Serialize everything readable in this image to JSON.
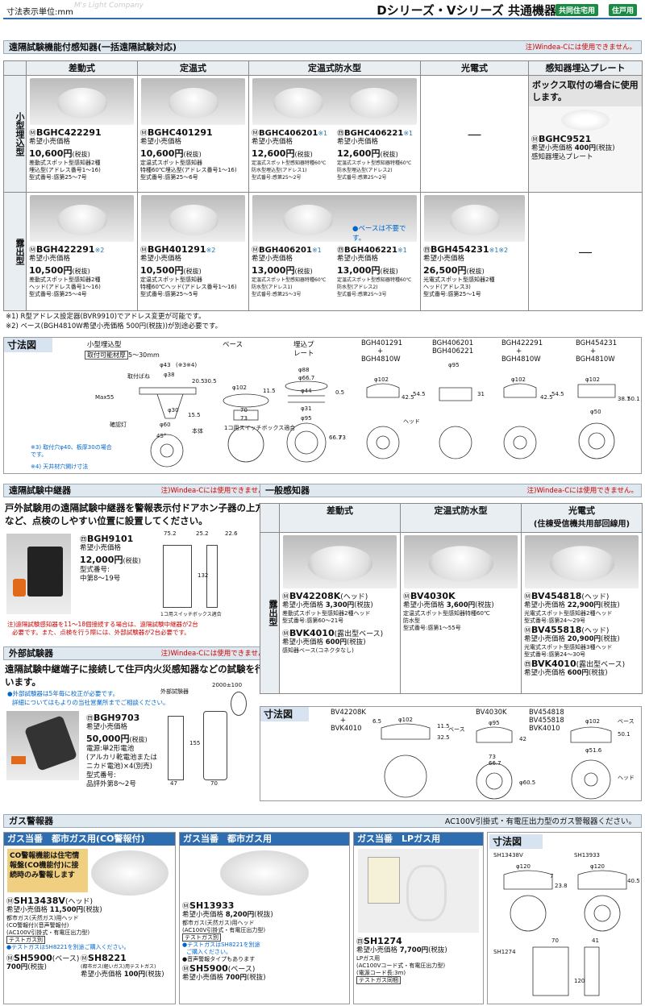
{
  "header": {
    "unit": "寸法表示単位:mm",
    "brand": "M's Light Company",
    "title": "Dシリーズ・Vシリーズ 共通機器",
    "badge1": "共同住宅用",
    "badge2": "住戸用"
  },
  "s1": {
    "title": "遠隔試験機能付感知器(一括遠隔試験対応)",
    "note": "注)Windea-Cには使用できません。",
    "cols": [
      "差動式",
      "定温式",
      "定温式防水型",
      "光電式",
      "感知器埋込プレート"
    ],
    "row1": "小型埋込型",
    "row2": "露出型",
    "label_price": "希望小売価格",
    "tax": "(税抜)",
    "r1": [
      {
        "pn": "BGHC422291",
        "price": "10,600円",
        "d1": "差動式スポット型感知器2種",
        "d2": "埋込型(アドレス番号1～16)",
        "d3": "型式番号:感第25～7号"
      },
      {
        "pn": "BGHC401291",
        "price": "10,600円",
        "d1": "定温式スポット型感知器",
        "d2": "特種60℃埋込型(アドレス番号1～16)",
        "d3": "型式番号:感第25～6号"
      },
      {
        "pn": "BGHC406201",
        "ast": "※1",
        "price": "12,600円",
        "d1": "定温式スポット型感知器特種60℃",
        "d2": "防水型埋込型(アドレス1)",
        "d3": "型式番号:感第25～2号"
      },
      {
        "pn": "BGHC406221",
        "ast": "※1",
        "price": "12,600円",
        "d1": "定温式スポット型感知器特種60℃",
        "d2": "防水型埋込型(アドレス2)",
        "d3": "型式番号:感第25～2号"
      }
    ],
    "dash": "―",
    "plate": {
      "note": "ボックス取付の場合に使用します。",
      "pn": "BGHC9521",
      "price": "400円",
      "d1": "感知器埋込プレート"
    },
    "r2": [
      {
        "pn": "BGH422291",
        "ast": "※2",
        "price": "10,500円",
        "d1": "差動式スポット型感知器2種",
        "d2": "ヘッド(アドレス番号1～16)",
        "d3": "型式番号:感第25～4号"
      },
      {
        "pn": "BGH401291",
        "ast": "※2",
        "price": "10,500円",
        "d1": "定温式スポット型感知器",
        "d2": "特種60℃ヘッド(アドレス番号1～16)",
        "d3": "型式番号:感第25～5号"
      },
      {
        "pn": "BGH406201",
        "ast": "※1",
        "price": "13,000円",
        "d1": "定温式スポット型感知器特種60℃",
        "d2": "防水型(アドレス1)",
        "d3": "型式番号:感第25～3号"
      },
      {
        "pn": "BGH406221",
        "ast": "※1",
        "price": "13,000円",
        "d1": "定温式スポット型感知器特種60℃",
        "d2": "防水型(アドレス2)",
        "d3": "型式番号:感第25～3号"
      },
      {
        "pn": "BGH454231",
        "ast": "※1※2",
        "price": "26,500円",
        "d1": "光電式スポット型感知器2種",
        "d2": "ヘッド(アドレス3)",
        "d3": "型式番号:感第25～1号"
      }
    ],
    "base_note": "●ベースは不要です。",
    "fn1": "※1) R型アドレス設定器(BVR9910)でアドレス変更が可能です。",
    "fn2": "※2) ベース(BGH4810W希望小売価格 500円(税抜))が別途必要です。"
  },
  "dim1": {
    "title": "寸法図",
    "small": "小型埋込型",
    "range_label": "取付可能材厚",
    "range": "5～30mm",
    "base": "ベース",
    "plate": "埋込プレート",
    "m1": "BGH401291",
    "m1b": "BGH4810W",
    "m2": "BGH406201",
    "m2b": "BGH406221",
    "m3": "BGH422291",
    "m3b": "BGH4810W",
    "m4": "BGH454231",
    "m4b": "BGH4810W",
    "plus": "+",
    "n3": "※3) 取付穴φ40、板厚30の場合です。",
    "n4": "※4) 天井材穴開け寸法",
    "l_spring": "取付ばね",
    "l_lamp": "確認灯",
    "l_body": "本体",
    "l_head": "ヘッド",
    "l_box": "1コ用スイッチボックス適合",
    "d": [
      "φ43",
      "(※3※4)",
      "φ38",
      "20.5",
      "30.5",
      "Max55",
      "φ30",
      "15.5",
      "φ60",
      "45°",
      "φ102",
      "11.5",
      "70",
      "73",
      "φ88",
      "φ66.7",
      "φ44",
      "φ31",
      "φ95",
      "0.5",
      "66.7",
      "73",
      "φ102",
      "42.5",
      "54.5",
      "φ95",
      "31",
      "φ102",
      "42.5",
      "54.5",
      "φ102",
      "38.7",
      "50.1",
      "φ50"
    ]
  },
  "s2": {
    "title": "遠隔試験中継器",
    "note": "注)Windea-Cには使用できません。",
    "desc": "戸外試験用の遠隔試験中継器を警報表示付ドアホン子器の上方など、点検のしやすい位置に設置してください。",
    "pn": "BGH9101",
    "price": "12,000円",
    "model": "型式番号:",
    "model2": "中第8～19号",
    "dims": [
      "75.2",
      "25.2",
      "22.6",
      "132"
    ],
    "n1": "注)遠隔試験感知器を11～18個接続する場合は、遠隔試験中継器が2台",
    "n2": "必要です。また、点検を行う際には、外部試験器が2台必要です。"
  },
  "s3": {
    "title": "外部試験器",
    "note": "注)Windea-Cには使用できません。",
    "desc": "遠隔試験中継端子に接続して住戸内火災感知器などの試験を行います。",
    "b1": "●外部試験器は5年毎に校正が必要です。",
    "b2": "詳細についてはもよりの当社営業所までご相談ください。",
    "pn": "BGH9703",
    "price": "50,000円",
    "d1": "電源:単2形電池",
    "d2": "(アルカリ乾電池または",
    "d3": "ニカド電池)×4(別売)",
    "d4": "型式番号:",
    "d5": "品評外第8～2号",
    "dimlabel": "外部試験器",
    "dims": [
      "2000±100",
      "155",
      "47",
      "70"
    ]
  },
  "s4": {
    "title": "一般感知器",
    "note": "注)Windea-Cには使用できません。",
    "cols": [
      "差動式",
      "定温式防水型",
      "光電式",
      "(住棟受信機共用部回線用)"
    ],
    "row": "露出型",
    "items": [
      {
        "pn": "BV42208K",
        "suffix": "(ヘッド)",
        "price": "3,300円",
        "d1": "差動式スポット型感知器2種ヘッド",
        "d2": "型式番号:感第60～21号"
      },
      {
        "pn": "BV4030K",
        "suffix": "",
        "price": "3,600円",
        "d1": "定温式スポット型感知器特種60℃",
        "d2": "防水型",
        "d3": "型式番号:感第1～55号"
      },
      {
        "pn": "BV454818",
        "suffix": "(ヘッド)",
        "price": "22,900円",
        "d1": "光電式スポット型感知器2種ヘッド",
        "d2": "型式番号:感第24～29号"
      },
      {
        "pn": "BV455818",
        "suffix": "(ヘッド)",
        "price": "20,900円",
        "d1": "光電式スポット型感知器3種ヘッド",
        "d2": "型式番号:感第24～30号"
      },
      {
        "pn": "BVK4010",
        "suffix": "(露出型ベース)",
        "price": "600円",
        "d1": "感知器ベース(コネクタなし)"
      },
      {
        "pn": "BVK4010",
        "suffix": "(露出型ベース)",
        "price": "600円"
      }
    ]
  },
  "dim2": {
    "title": "寸法図",
    "m1": "BV42208K",
    "m1b": "BVK4010",
    "m2": "BV4030K",
    "m3": "BV454818",
    "m3b": "BV455818",
    "m3c": "BVK4010",
    "d": [
      "6.5",
      "φ102",
      "11.5",
      "32.5",
      "φ95",
      "42",
      "73",
      "66.7",
      "φ60.5",
      "φ102",
      "50.1",
      "φ51.6"
    ],
    "base": "ベース",
    "head": "ヘッド"
  },
  "gas": {
    "title": "ガス警報器",
    "note": "AC100V引掛式・有電圧出力型のガス警報器ください。",
    "c1": {
      "h": "ガス当番　都市ガス用(CO警報付)",
      "co": "CO警報機能は住宅情報盤(CO機能付)に接続時のみ警報します",
      "pn": "SH13438V",
      "suffix": "(ヘッド)",
      "price": "11,500円",
      "d1": "都市ガス(天然ガス)用ヘッド",
      "d2": "(CO警報付)(音声警報付)",
      "d3": "(AC100V引掛式・有電圧出力型)",
      "tag": "テストガス別",
      "b1": "●テストガスはSH8221を別途ご購入ください。"
    },
    "c2": {
      "h": "ガス当番　都市ガス用",
      "pn": "SH13933",
      "price": "8,200円",
      "d1": "都市ガス(天然ガス)用ヘッド",
      "d2": "(AC100V引掛式・有電圧出力型)",
      "tag": "テストガス別",
      "b1": "●テストガスはSH8221を別途",
      "b2": "ご購入ください。",
      "b3": "●音声警報タイプもあります"
    },
    "c3": {
      "h": "ガス当番　LPガス用",
      "pn": "SH1274",
      "price": "7,700円",
      "d1": "LPガス用",
      "d2": "(AC100Vコード式・有電圧出力型)",
      "d3": "(電源コード長:3m)",
      "tag": "テストガス同梱"
    },
    "dim": {
      "title": "寸法図",
      "m1": "SH13438V",
      "m2": "SH13933",
      "m3": "SH1274",
      "d": [
        "φ120",
        "7",
        "23.8",
        "φ120",
        "40.5",
        "70",
        "41",
        "120"
      ]
    },
    "bottom": [
      {
        "pn": "SH5900",
        "suffix": "(ベース)",
        "price": "700円"
      },
      {
        "pn": "SH8221",
        "suffix": "(都市ガス(軽いガス)用テストガス)",
        "price": "100円"
      },
      {
        "pn": "SH5900",
        "suffix": "(ベース)",
        "price": "700円"
      }
    ]
  }
}
